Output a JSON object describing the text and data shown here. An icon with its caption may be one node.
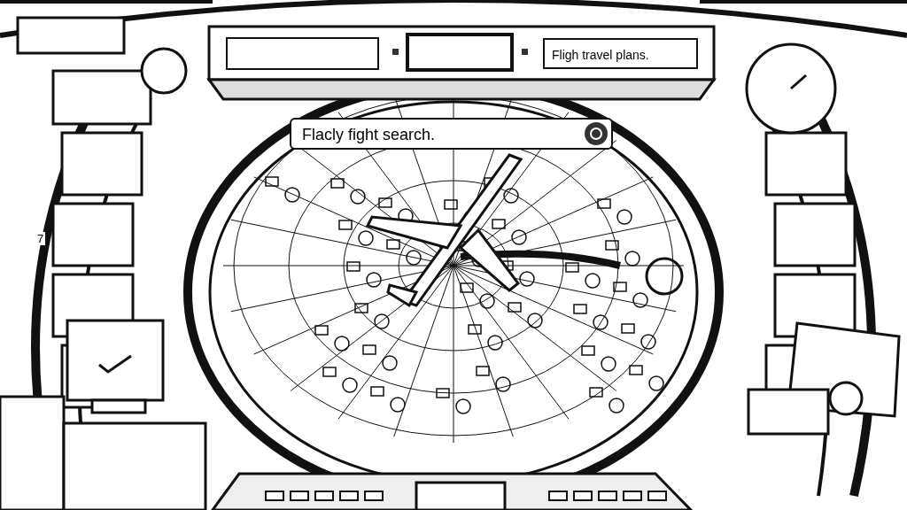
{
  "diagram": {
    "labels": [
      "Fligh travel plans.",
      "Flacly fight search.",
      "7"
    ]
  }
}
